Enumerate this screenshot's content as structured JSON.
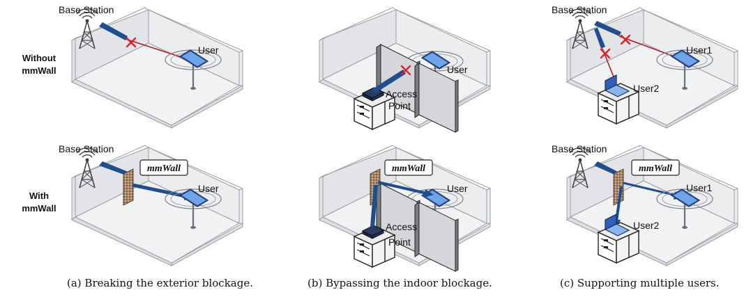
{
  "row_labels": {
    "without_line1": "Without",
    "without_line2": "mmWall",
    "with_line1": "With",
    "with_line2": "mmWall"
  },
  "labels": {
    "base_station": "Base Station",
    "user": "User",
    "user1": "User1",
    "user2": "User2",
    "access_point_line1": "Access",
    "access_point_line2": "Point",
    "mmwall_badge": "mmWall"
  },
  "captions": {
    "a": "(a)  Breaking the exterior blockage.",
    "b": "(b) Bypassing the indoor blockage.",
    "c": "(c) Supporting multiple users."
  },
  "colors": {
    "strong_beam": "#1f4e8c",
    "weak_beam": "#b0202a",
    "block_mark": "#d8232a",
    "surface_tile": "#a9896a"
  }
}
